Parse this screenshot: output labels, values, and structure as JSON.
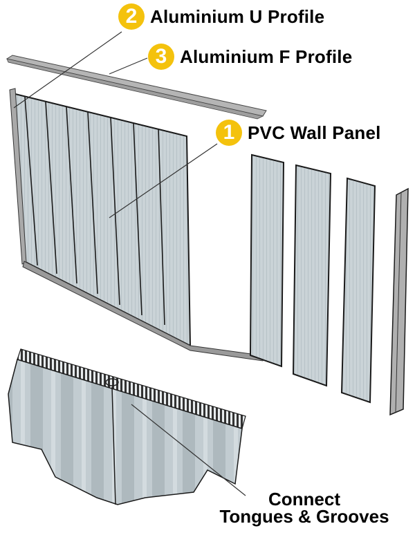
{
  "diagram": {
    "type": "exploded-assembly",
    "subject": "PVC wall panel installation",
    "colors": {
      "badge": "#f4c20d",
      "badge_text": "#ffffff",
      "panel_fill": "#c9d2d6",
      "profile_fill": "#b8b8b8",
      "outline": "#1a1a1a",
      "leader_line": "#333333"
    },
    "callouts": [
      {
        "number": "2",
        "label": "Aluminium U Profile",
        "target": "left vertical edge of wall"
      },
      {
        "number": "3",
        "label": "Aluminium F Profile",
        "target": "top horizontal profile"
      },
      {
        "number": "1",
        "label": "PVC Wall Panel",
        "target": "assembled panel wall"
      }
    ],
    "detail": {
      "line1": "Connect",
      "line2": "Tongues & Grooves",
      "target": "joint between two panels (cross-section)"
    },
    "loose_panels_count": 3,
    "loose_profile": "corner profile strip"
  }
}
